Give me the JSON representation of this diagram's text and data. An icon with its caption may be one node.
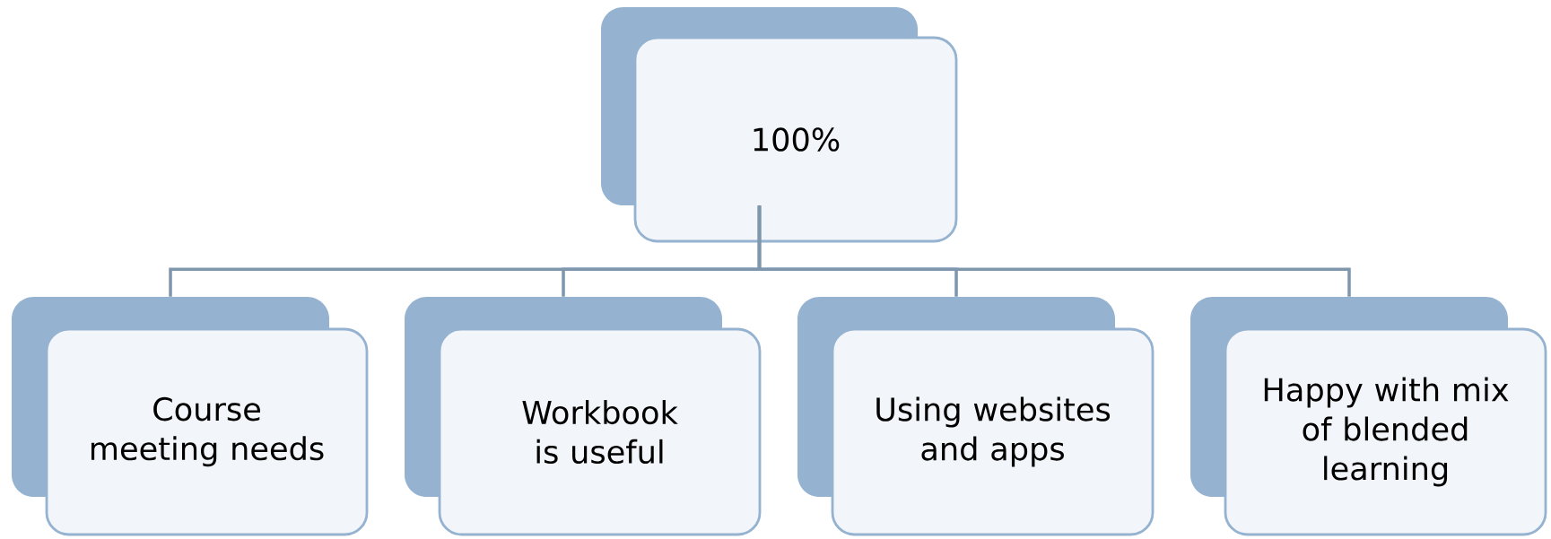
{
  "diagram": {
    "nodes": [
      {
        "text": [
          "100%"
        ]
      },
      {
        "text": [
          "Course meeting needs"
        ]
      },
      {
        "text": [
          "Workbook is useful"
        ]
      },
      {
        "text": [
          "Using websites and apps"
        ]
      },
      {
        "text": [
          "Happy with mix of blended learning"
        ]
      }
    ],
    "edges": [
      {
        "from": 0,
        "to": 1,
        "arrow": "none"
      },
      {
        "from": 0,
        "to": 2,
        "arrow": "none"
      },
      {
        "from": 0,
        "to": 3,
        "arrow": "none"
      },
      {
        "from": 0,
        "to": 4,
        "arrow": "none"
      }
    ]
  }
}
